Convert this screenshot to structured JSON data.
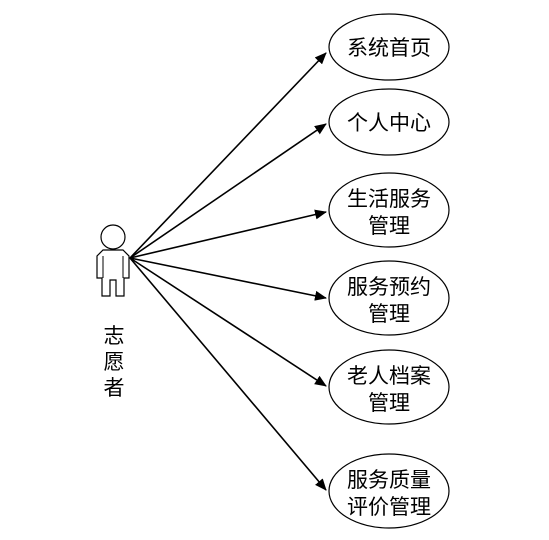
{
  "actor": {
    "name_lines": [
      "志",
      "愿",
      "者"
    ]
  },
  "use_cases": [
    {
      "lines": [
        "系统首页"
      ]
    },
    {
      "lines": [
        "个人中心"
      ]
    },
    {
      "lines": [
        "生活服务",
        "管理"
      ]
    },
    {
      "lines": [
        "服务预约",
        "管理"
      ]
    },
    {
      "lines": [
        "老人档案",
        "管理"
      ]
    },
    {
      "lines": [
        "服务质量",
        "评价管理"
      ]
    }
  ],
  "colors": {
    "stroke": "#000000",
    "fill": "#ffffff",
    "text": "#000000"
  }
}
